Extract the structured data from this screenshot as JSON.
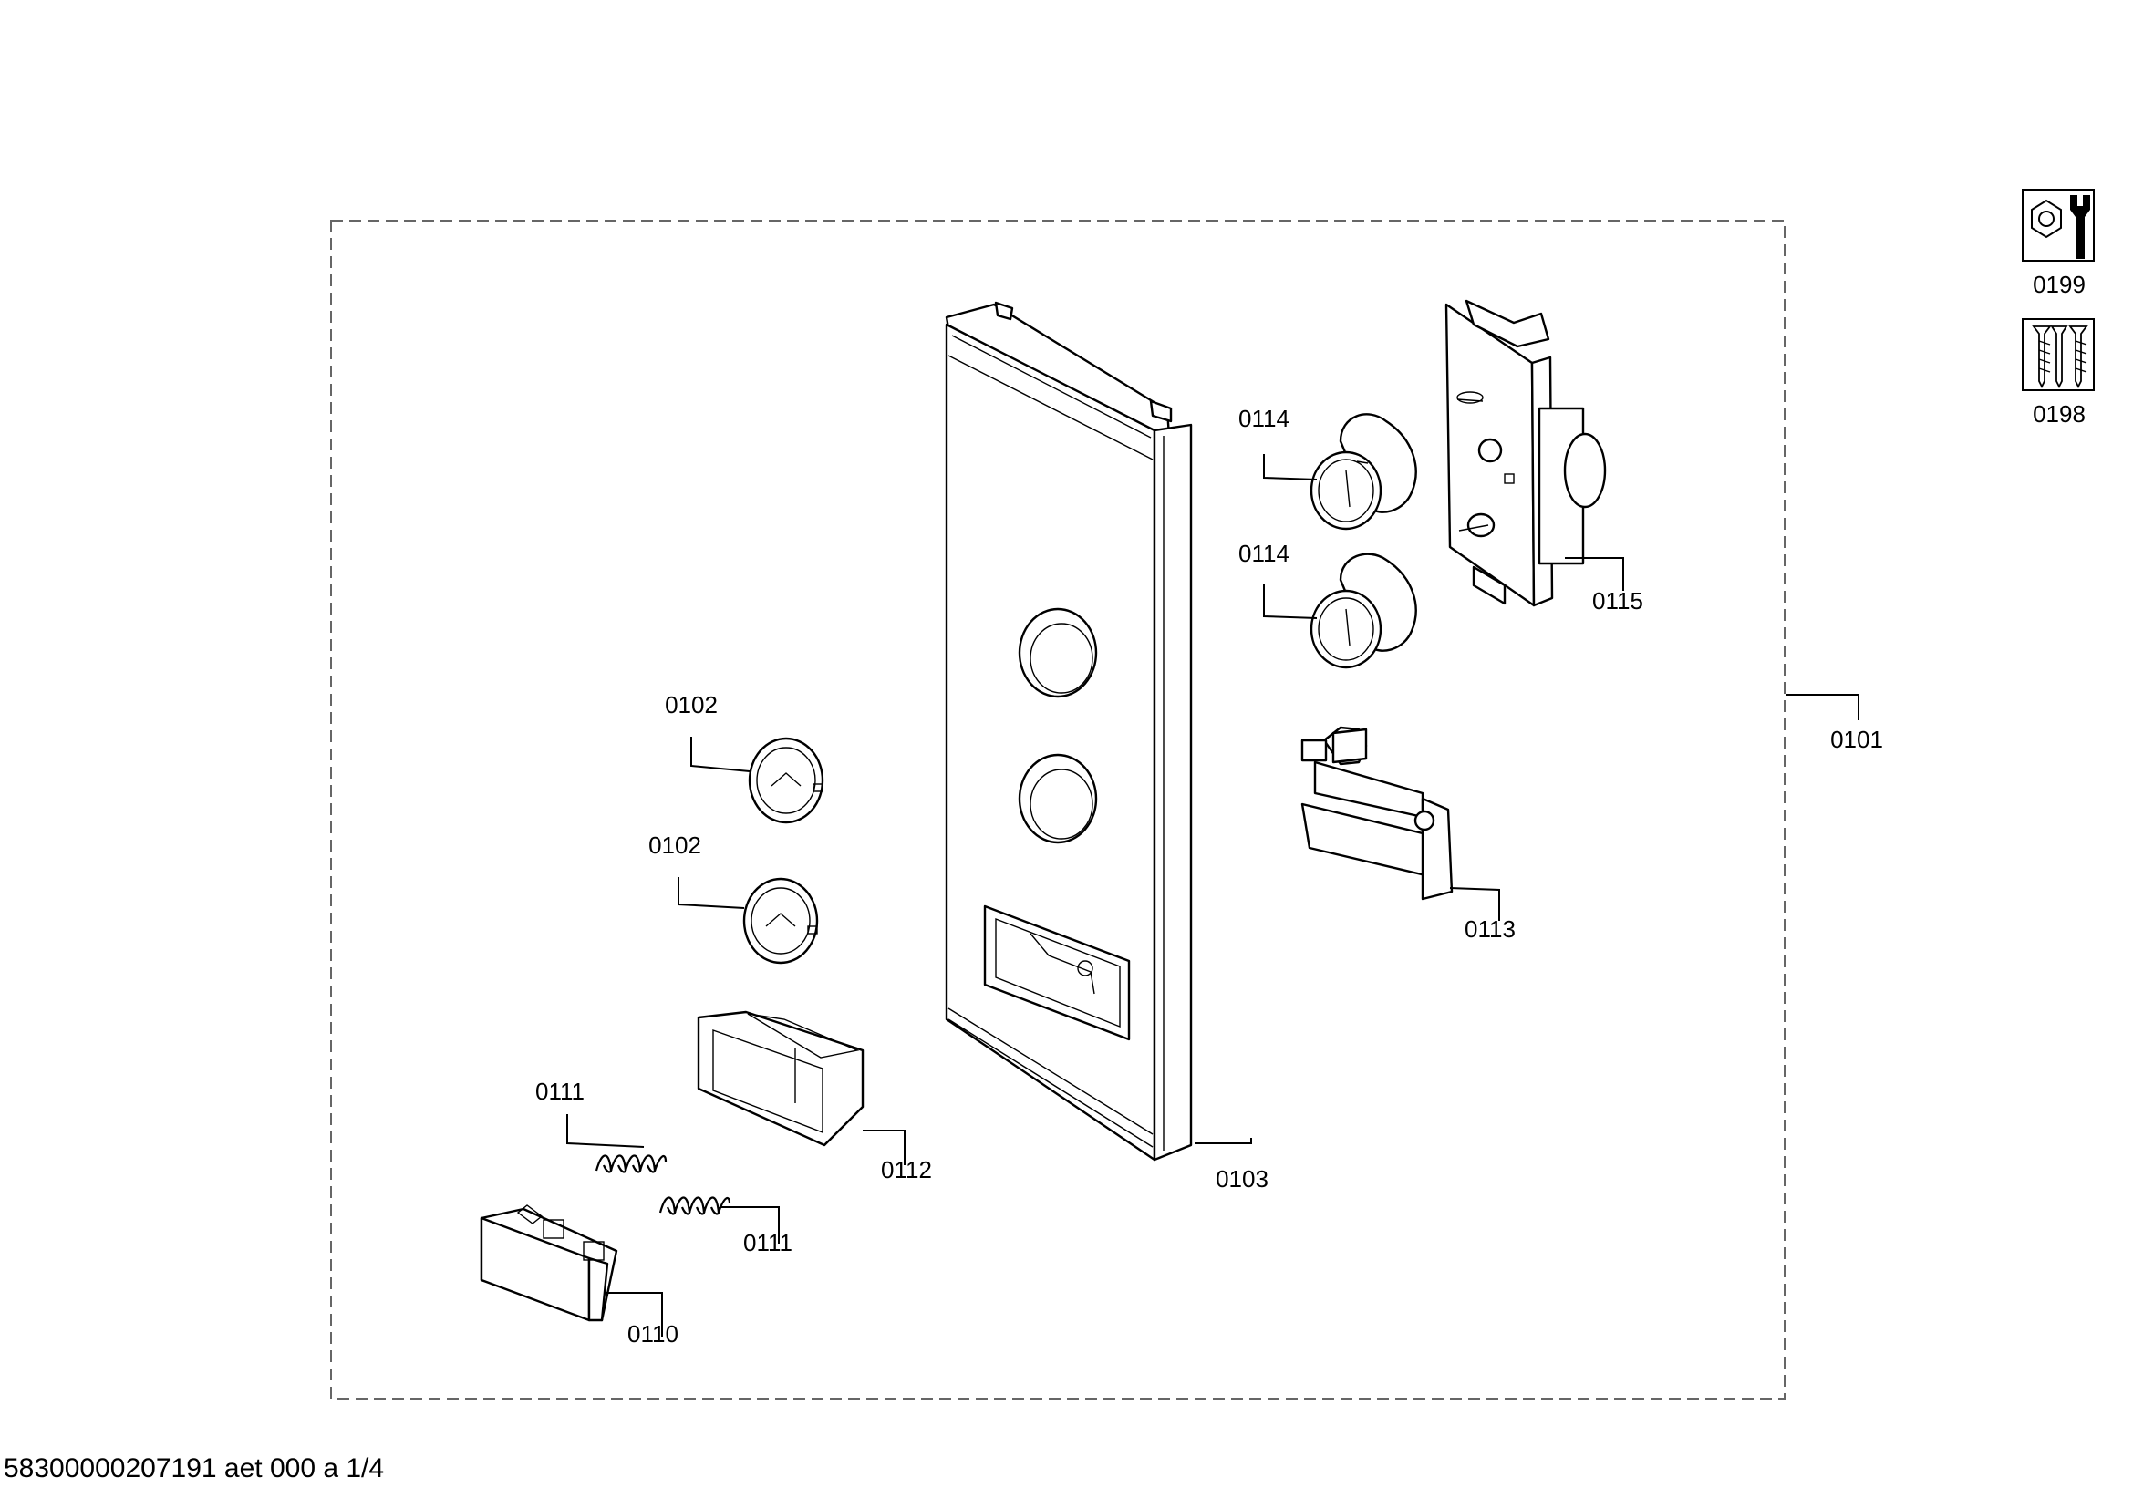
{
  "callouts": {
    "c0102a": "0102",
    "c0102b": "0102",
    "c0103": "0103",
    "c0110": "0110",
    "c0111a": "0111",
    "c0111b": "0111",
    "c0112": "0112",
    "c0113": "0113",
    "c0114a": "0114",
    "c0114b": "0114",
    "c0115": "0115",
    "c0101": "0101"
  },
  "legend": {
    "tool_kit_code": "0199",
    "screws_code": "0198"
  },
  "footer_text": "58300000207191 aet 000 a 1/4",
  "icons": [
    "wrench-nut-icon",
    "screws-icon"
  ]
}
